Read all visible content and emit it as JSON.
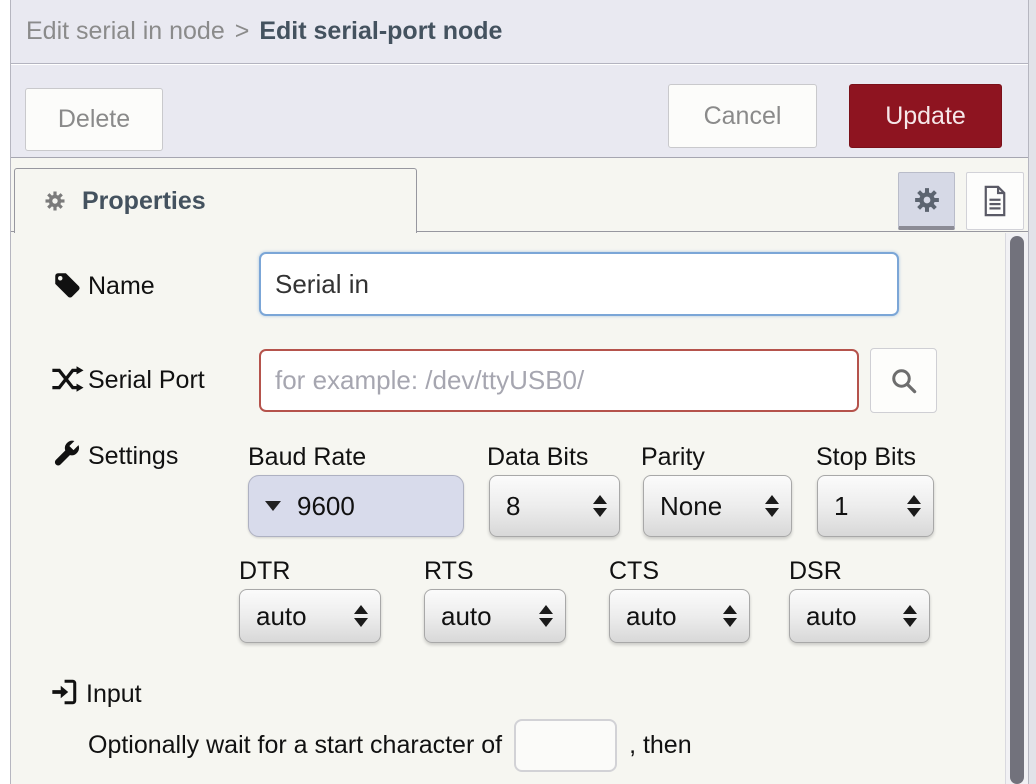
{
  "header": {
    "breadcrumb": {
      "parent": "Edit serial in node",
      "separator": ">",
      "current": "Edit serial-port node"
    }
  },
  "toolbar": {
    "delete_label": "Delete",
    "cancel_label": "Cancel",
    "update_label": "Update"
  },
  "tabbar": {
    "properties_label": "Properties"
  },
  "form": {
    "name": {
      "label": "Name",
      "value": "Serial in"
    },
    "serial_port": {
      "label": "Serial Port",
      "placeholder": "for example: /dev/ttyUSB0/"
    },
    "settings": {
      "label": "Settings"
    },
    "baud_rate": {
      "label": "Baud Rate",
      "value": "9600"
    },
    "data_bits": {
      "label": "Data Bits",
      "value": "8"
    },
    "parity": {
      "label": "Parity",
      "value": "None"
    },
    "stop_bits": {
      "label": "Stop Bits",
      "value": "1"
    },
    "dtr": {
      "label": "DTR",
      "value": "auto"
    },
    "rts": {
      "label": "RTS",
      "value": "auto"
    },
    "cts": {
      "label": "CTS",
      "value": "auto"
    },
    "dsr": {
      "label": "DSR",
      "value": "auto"
    },
    "input_section": {
      "label": "Input",
      "wait_prefix": "Optionally wait for a start character of",
      "start_char_value": "",
      "wait_suffix": ", then"
    }
  },
  "icons": {
    "properties_tab": "gear-icon",
    "name_row": "tag-icon",
    "serial_port_row": "shuffle-icon",
    "settings_row": "wrench-icon",
    "input_row": "sign-in-icon",
    "port_lookup": "search-icon",
    "node_settings_button": "gear-icon",
    "node_docs_button": "file-icon",
    "baud_dropdown": "caret-down-icon",
    "native_selects": "up-down-arrows-icon"
  },
  "colors": {
    "accent_red": "#8e1420",
    "focus_blue": "#7ba6d7",
    "error_red": "#b5534c",
    "header_bg": "#e9e9f1",
    "panel_bg": "#f6f6f1",
    "tab_text": "#44525f",
    "baud_select_bg": "#d8dbeb",
    "scroll_thumb": "#72727c"
  }
}
